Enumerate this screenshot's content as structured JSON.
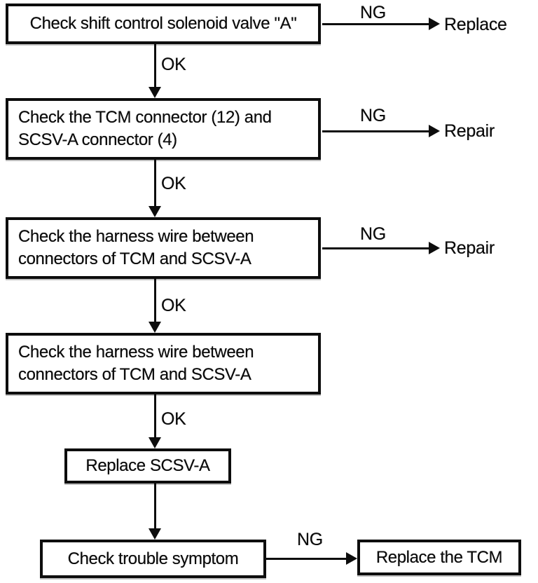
{
  "flowchart": {
    "boxes": [
      {
        "id": "check-solenoid",
        "lines": [
          "Check shift control solenoid valve \"A\""
        ]
      },
      {
        "id": "check-connectors",
        "lines": [
          "Check the TCM connector (12) and",
          "SCSV-A connector (4)"
        ]
      },
      {
        "id": "check-harness-1",
        "lines": [
          "Check the harness wire between",
          "connectors of TCM and SCSV-A"
        ]
      },
      {
        "id": "check-harness-2",
        "lines": [
          "Check the harness wire between",
          "connectors of TCM and SCSV-A"
        ]
      },
      {
        "id": "replace-scsv-a",
        "lines": [
          "Replace SCSV-A"
        ]
      },
      {
        "id": "check-trouble-symptom",
        "lines": [
          "Check trouble symptom"
        ]
      },
      {
        "id": "replace-the-tcm",
        "lines": [
          "Replace the TCM"
        ]
      }
    ],
    "edge_labels": {
      "ok_1": "OK",
      "ok_2": "OK",
      "ok_3": "OK",
      "ok_4": "OK",
      "ng_1": "NG",
      "ng_2": "NG",
      "ng_3": "NG",
      "ng_4": "NG"
    },
    "outcomes": {
      "replace": "Replace",
      "repair_1": "Repair",
      "repair_2": "Repair"
    },
    "colors": {
      "ink": "#0d0d0d",
      "paper": "#ffffff"
    }
  }
}
